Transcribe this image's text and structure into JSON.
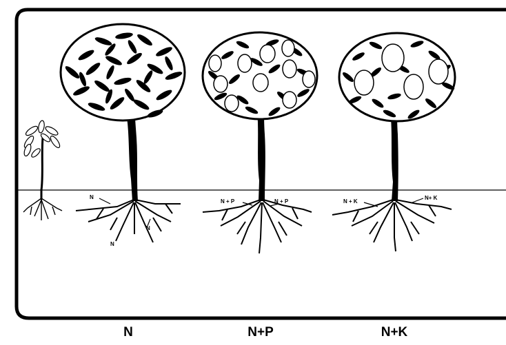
{
  "labels": {
    "tree1": "N",
    "tree2": "N+P",
    "tree3": "N+K"
  },
  "root_labels": {
    "tree1_a": "N",
    "tree1_b": "N",
    "tree1_c": "N",
    "tree2_left": "N + P",
    "tree2_right": "N + P",
    "tree3_left": "N + K",
    "tree3_right": "N+ K"
  },
  "colors": {
    "ink": "#000000",
    "paper": "#ffffff"
  }
}
